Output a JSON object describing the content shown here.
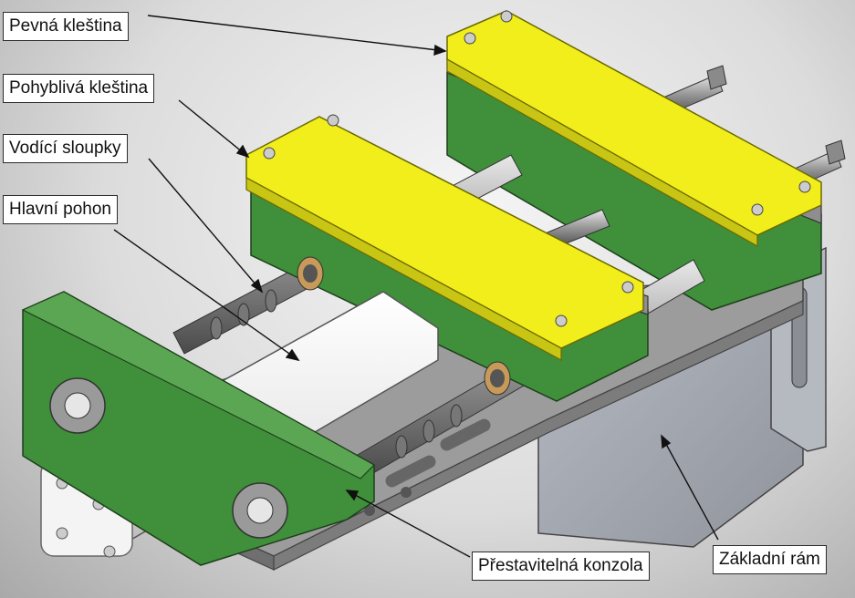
{
  "callouts": {
    "fixed_jaw": "Pevná kleština",
    "movable_jaw": "Pohyblivá kleština",
    "guide_columns": "Vodící sloupky",
    "main_drive": "Hlavní pohon",
    "adjustable_bracket": "Přestavitelná konzola",
    "base_frame": "Základní rám"
  },
  "colors": {
    "yellow": "#f2ee1c",
    "green": "#3f8f3b",
    "grey": "#8e8e8e",
    "white": "#f1f1f1"
  }
}
